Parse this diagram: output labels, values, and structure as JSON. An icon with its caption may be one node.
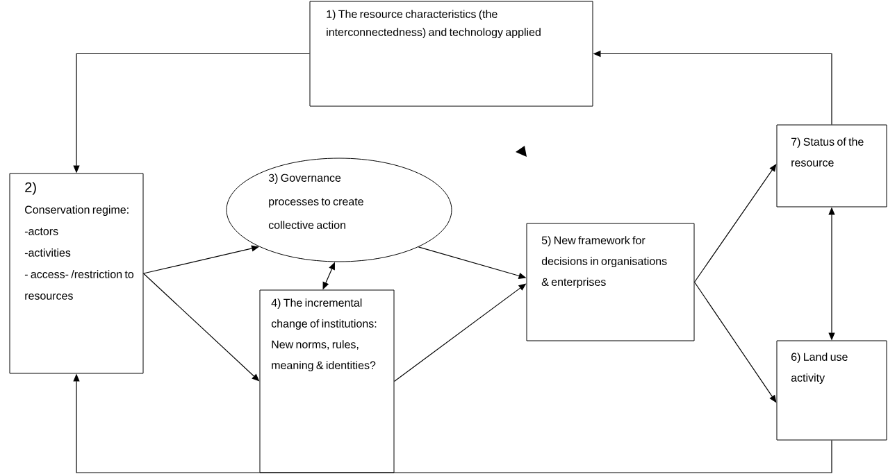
{
  "diagram": {
    "nodes": [
      {
        "text": [
          "1) The resource characteristics (the interconnectedness) and technology applied"
        ]
      },
      {
        "text": [
          "2)",
          "Conservation regime:",
          "-actors",
          "-activities",
          "- access- /restriction to resources"
        ]
      },
      {
        "text": [
          "3) Governance processes to create collective action"
        ]
      },
      {
        "text": [
          "4) The incremental change of institutions:",
          "New norms, rules, meaning & identities?"
        ]
      },
      {
        "text": [
          "5) New framework for decisions in organisations & enterprises"
        ]
      },
      {
        "text": [
          "7) Status of the resource"
        ]
      },
      {
        "text": [
          "6) Land use activity"
        ]
      }
    ],
    "edges": [
      {
        "from": 0,
        "to": 1,
        "arrow": "to"
      },
      {
        "from": 5,
        "to": 0,
        "arrow": "to"
      },
      {
        "from": 1,
        "to": 2,
        "arrow": "to"
      },
      {
        "from": 1,
        "to": 3,
        "arrow": "to"
      },
      {
        "from": 2,
        "to": 3,
        "arrow": "both"
      },
      {
        "from": 2,
        "to": 4,
        "arrow": "to"
      },
      {
        "from": 3,
        "to": 4,
        "arrow": "to"
      },
      {
        "from": 4,
        "to": 5,
        "arrow": "to"
      },
      {
        "from": 4,
        "to": 6,
        "arrow": "to"
      },
      {
        "from": 5,
        "to": 6,
        "arrow": "both"
      },
      {
        "from": 6,
        "to": 1,
        "arrow": "to"
      }
    ]
  }
}
